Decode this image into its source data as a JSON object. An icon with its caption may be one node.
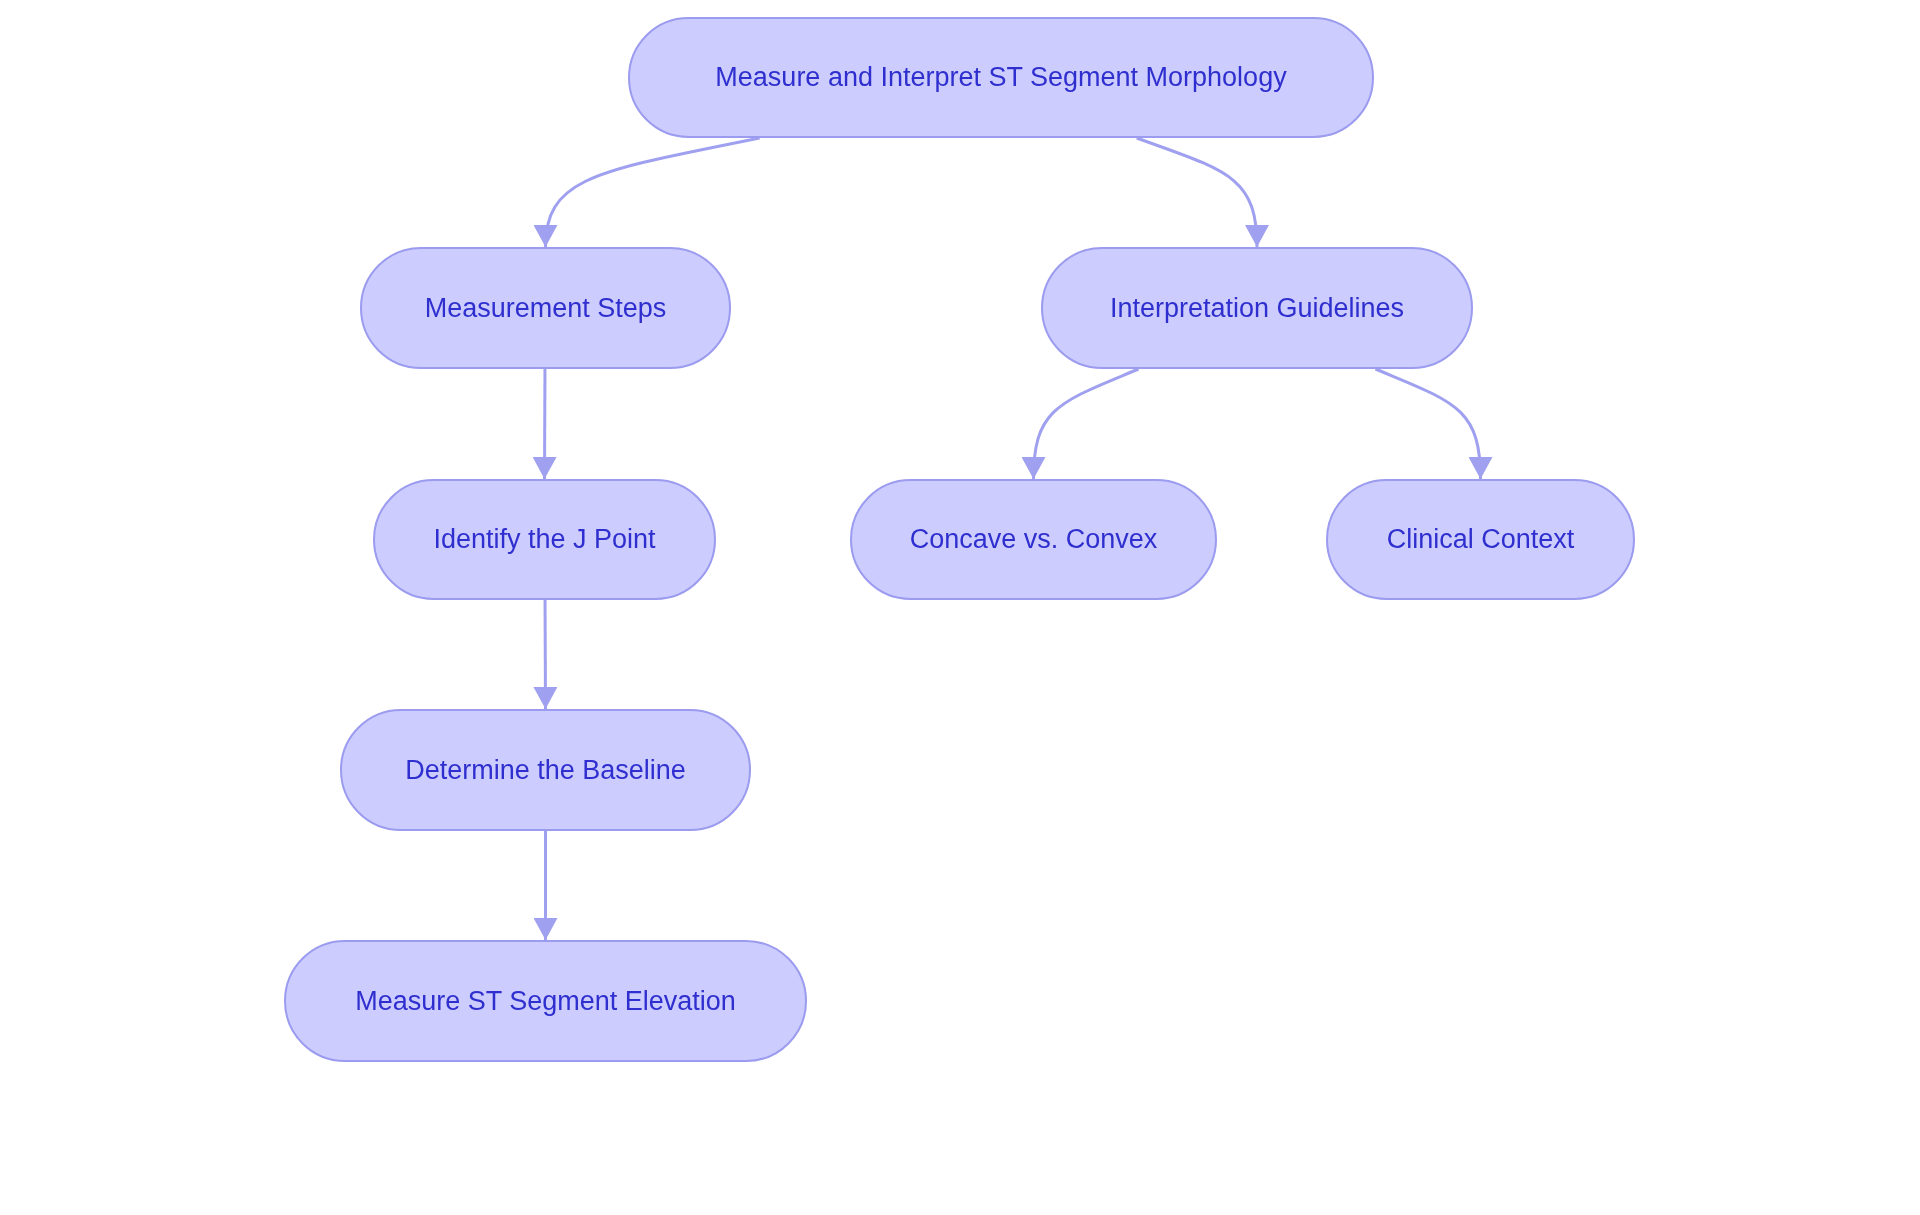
{
  "diagram": {
    "nodes": [
      {
        "text": [
          "Measure and Interpret ST Segment Morphology"
        ]
      },
      {
        "text": [
          "Measurement Steps"
        ]
      },
      {
        "text": [
          "Interpretation Guidelines"
        ]
      },
      {
        "text": [
          "Identify the J Point"
        ]
      },
      {
        "text": [
          "Concave vs. Convex"
        ]
      },
      {
        "text": [
          "Clinical Context"
        ]
      },
      {
        "text": [
          "Determine the Baseline"
        ]
      },
      {
        "text": [
          "Measure ST Segment Elevation"
        ]
      }
    ],
    "edges": [
      {
        "from": 0,
        "to": 1,
        "arrow": "to"
      },
      {
        "from": 0,
        "to": 2,
        "arrow": "to"
      },
      {
        "from": 1,
        "to": 3,
        "arrow": "to"
      },
      {
        "from": 3,
        "to": 6,
        "arrow": "to"
      },
      {
        "from": 6,
        "to": 7,
        "arrow": "to"
      },
      {
        "from": 2,
        "to": 4,
        "arrow": "to"
      },
      {
        "from": 2,
        "to": 5,
        "arrow": "to"
      }
    ]
  }
}
